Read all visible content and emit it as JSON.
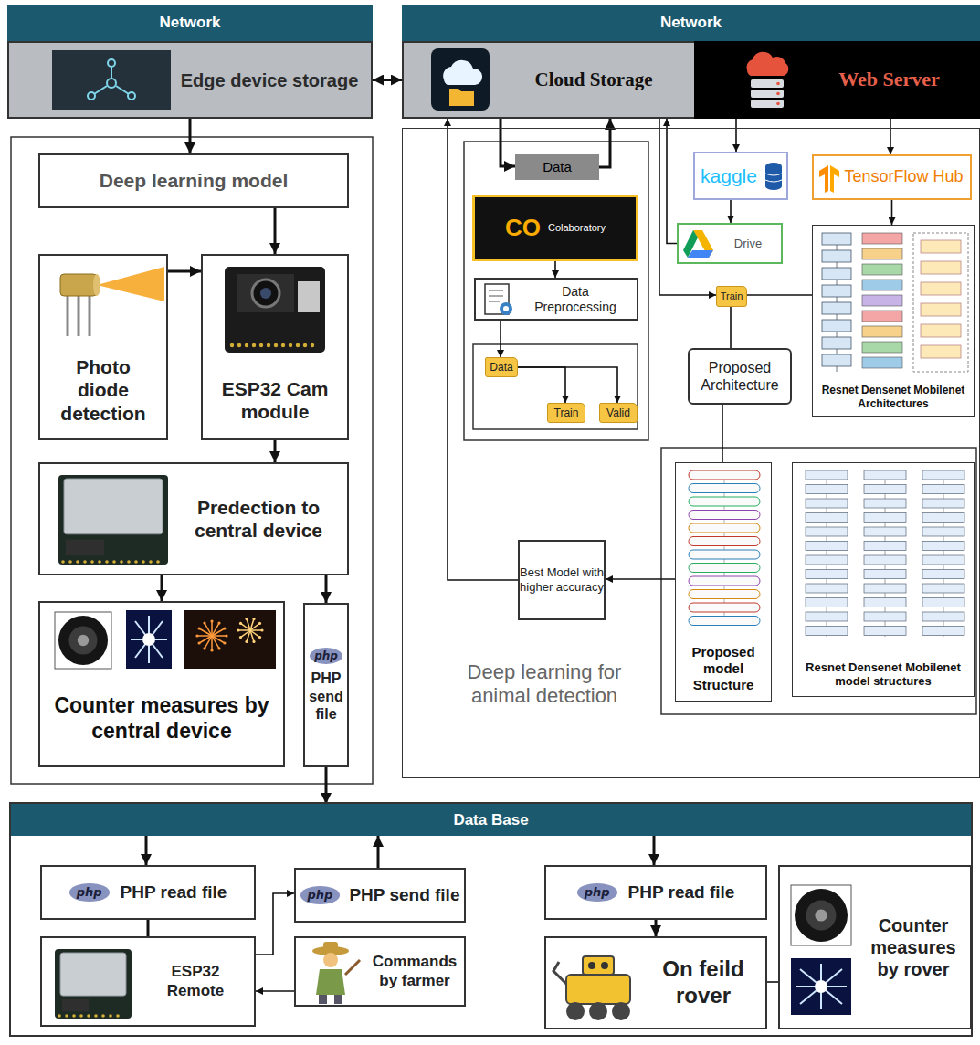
{
  "diagram": {
    "nodes": [
      {
        "text": [
          "Network"
        ]
      },
      {
        "text": [
          "Edge device storage"
        ],
        "in": 0
      },
      {
        "text": [
          "Network"
        ]
      },
      {
        "text": [
          "Cloud Storage"
        ],
        "in": 2
      },
      {
        "text": [
          "Web Server"
        ],
        "in": 2
      },
      {
        "text": [
          "Deep learning model"
        ]
      },
      {
        "text": [
          "Photo diode detection"
        ]
      },
      {
        "text": [
          "ESP32 Cam module"
        ]
      },
      {
        "text": [
          "Predection to central device"
        ]
      },
      {
        "text": [
          "Counter measures by central device"
        ]
      },
      {
        "text": [
          "php",
          "PHP send file"
        ]
      },
      {
        "text": [
          "Deep learning for animal detection"
        ]
      },
      {
        "text": [
          "Data"
        ],
        "in": 11
      },
      {
        "text": [
          "CO",
          "Colaboratory"
        ],
        "in": 11
      },
      {
        "text": [
          "Data Preprocessing"
        ],
        "in": 11
      },
      {
        "text": [
          "Data"
        ],
        "in": 11
      },
      {
        "text": [
          "Train"
        ],
        "in": 11
      },
      {
        "text": [
          "Valid"
        ],
        "in": 11
      },
      {
        "text": [
          "kaggle"
        ],
        "in": 11
      },
      {
        "text": [
          "Drive"
        ],
        "in": 11
      },
      {
        "text": [
          "TensorFlow Hub"
        ],
        "in": 11
      },
      {
        "text": [
          "Train"
        ],
        "in": 11
      },
      {
        "text": [
          "Proposed Architecture"
        ],
        "in": 11
      },
      {
        "text": [
          "Resnet Densenet Mobilenet",
          "Architectures"
        ],
        "in": 11
      },
      {
        "text": [
          "Best Model with higher accuracy"
        ],
        "in": 11
      },
      {
        "text": [
          "Proposed model Structure"
        ],
        "in": 11
      },
      {
        "text": [
          "Resnet Densenet Mobilenet model structures"
        ],
        "in": 11
      },
      {
        "text": [
          "Data Base"
        ]
      },
      {
        "text": [
          "php",
          "PHP read file"
        ],
        "in": 27
      },
      {
        "text": [
          "php",
          "PHP send file"
        ],
        "in": 27
      },
      {
        "text": [
          "ESP32 Remote"
        ],
        "in": 27
      },
      {
        "text": [
          "Commands by farmer"
        ],
        "in": 27
      },
      {
        "text": [
          "php",
          "PHP read file"
        ],
        "in": 27
      },
      {
        "text": [
          "On feild rover"
        ],
        "in": 27
      },
      {
        "text": [
          "Counter measures by rover"
        ],
        "in": 27
      }
    ],
    "edges": [
      {
        "from": 1,
        "to": 3,
        "arrow": "both"
      },
      {
        "from": 1,
        "to": 5,
        "arrow": "to"
      },
      {
        "from": 5,
        "to": 7,
        "arrow": "to"
      },
      {
        "from": 6,
        "to": 7,
        "arrow": "to"
      },
      {
        "from": 7,
        "to": 8,
        "arrow": "to"
      },
      {
        "from": 8,
        "to": 9,
        "arrow": "to"
      },
      {
        "from": 8,
        "to": 10,
        "arrow": "to"
      },
      {
        "from": 10,
        "to": 27,
        "arrow": "to"
      },
      {
        "from": 3,
        "to": 12,
        "arrow": "to"
      },
      {
        "from": 12,
        "to": 3,
        "arrow": "to"
      },
      {
        "from": 13,
        "to": 14,
        "arrow": "to"
      },
      {
        "from": 14,
        "to": 15,
        "arrow": "to"
      },
      {
        "from": 15,
        "to": 16,
        "arrow": "to"
      },
      {
        "from": 15,
        "to": 17,
        "arrow": "to"
      },
      {
        "from": 4,
        "to": 18,
        "arrow": "to"
      },
      {
        "from": 4,
        "to": 20,
        "arrow": "to"
      },
      {
        "from": 18,
        "to": 19,
        "arrow": "to"
      },
      {
        "from": 19,
        "to": 3,
        "arrow": "to"
      },
      {
        "from": 3,
        "to": 21,
        "arrow": "to"
      },
      {
        "from": 23,
        "to": 21,
        "arrow": "none"
      },
      {
        "from": 21,
        "to": 22,
        "arrow": "none"
      },
      {
        "from": 20,
        "to": 23,
        "arrow": "to"
      },
      {
        "from": 22,
        "to": 25,
        "arrow": "none"
      },
      {
        "from": 25,
        "to": 24,
        "arrow": "to"
      },
      {
        "from": 24,
        "to": 3,
        "arrow": "to"
      },
      {
        "from": 27,
        "to": 28,
        "arrow": "to"
      },
      {
        "from": 28,
        "to": 30,
        "arrow": "none"
      },
      {
        "from": 30,
        "to": 29,
        "arrow": "to"
      },
      {
        "from": 29,
        "to": 27,
        "arrow": "to"
      },
      {
        "from": 31,
        "to": 30,
        "arrow": "to"
      },
      {
        "from": 27,
        "to": 32,
        "arrow": "to"
      },
      {
        "from": 32,
        "to": 33,
        "arrow": "to"
      },
      {
        "from": 33,
        "to": 34,
        "arrow": "none"
      }
    ]
  }
}
